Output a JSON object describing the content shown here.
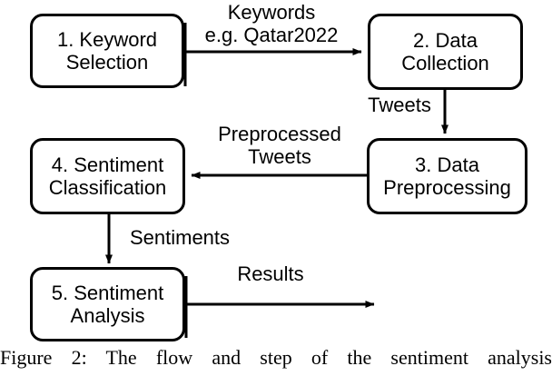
{
  "figure": {
    "caption": "Figure 2: The flow and step of the sentiment analysis",
    "background_color": "#ffffff",
    "stroke_color": "#000000"
  },
  "diagram": {
    "type": "flowchart",
    "nodes": [
      {
        "id": "1",
        "line1": "1. Keyword",
        "line2": "Selection"
      },
      {
        "id": "2",
        "line1": "2. Data",
        "line2": "Collection"
      },
      {
        "id": "3",
        "line1": "3. Data",
        "line2": "Preprocessing"
      },
      {
        "id": "4",
        "line1": "4. Sentiment",
        "line2": "Classification"
      },
      {
        "id": "5",
        "line1": "5. Sentiment",
        "line2": "Analysis"
      }
    ],
    "edges": [
      {
        "id": "e1",
        "from": "1",
        "to": "2",
        "line1": "Keywords",
        "line2": "e.g. Qatar2022"
      },
      {
        "id": "e2",
        "from": "2",
        "to": "3",
        "line1": "Tweets",
        "line2": ""
      },
      {
        "id": "e3",
        "from": "3",
        "to": "4",
        "line1": "Preprocessed",
        "line2": "Tweets"
      },
      {
        "id": "e4",
        "from": "4",
        "to": "5",
        "line1": "Sentiments",
        "line2": ""
      },
      {
        "id": "e5",
        "from": "5",
        "to": "output",
        "line1": "Results",
        "line2": ""
      }
    ]
  }
}
